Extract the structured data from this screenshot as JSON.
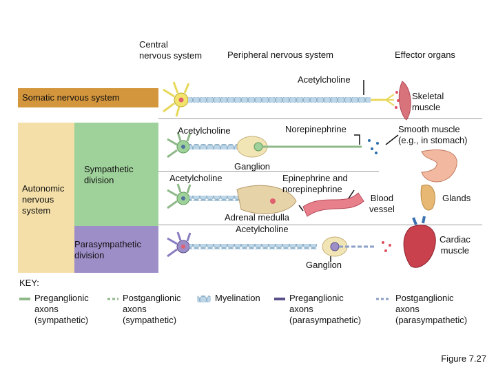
{
  "header": {
    "cns": "Central\nnervous system",
    "pns": "Peripheral nervous system",
    "effectors": "Effector organs"
  },
  "somatic": {
    "label": "Somatic nervous system",
    "neurotransmitter": "Acetylcholine",
    "effector": "Skeletal\nmuscle"
  },
  "autonomic": {
    "label": "Autonomic\nnervous\nsystem",
    "sympathetic": {
      "label": "Sympathetic\ndivision",
      "row1_pre_nt": "Acetylcholine",
      "row1_post_nt": "Norepinephrine",
      "row1_effector": "Smooth muscle\n(e.g., in stomach)",
      "ganglion": "Ganglion",
      "row2_pre_nt": "Acetylcholine",
      "row2_hormone": "Epinephrine and\nnorepinephrine",
      "row2_effector_vessel": "Blood\nvessel",
      "glands": "Glands",
      "adrenal": "Adrenal medulla",
      "adrenal_nt": "Acetylcholine"
    },
    "parasympathetic": {
      "label": "Parasympathetic\ndivision",
      "effector": "Cardiac\nmuscle",
      "ganglion": "Ganglion"
    }
  },
  "key": {
    "title": "KEY:",
    "items": [
      {
        "label": "Preganglionic\naxons\n(sympathetic)",
        "color": "#8fb88a"
      },
      {
        "label": "Postganglionic\naxons\n(sympathetic)",
        "color": "#8fb88a"
      },
      {
        "label": "Myelination",
        "color": "#bcd6e8"
      },
      {
        "label": "Preganglionic\naxons\n(parasympathetic)",
        "color": "#5a4f8a"
      },
      {
        "label": "Postganglionic\naxons\n(parasympathetic)",
        "color": "#8aa0c8"
      }
    ]
  },
  "colors": {
    "somatic_bar": "#d4963c",
    "autonomic_bar": "#f4dfa8",
    "sympathetic_bar": "#9fd19a",
    "parasympathetic_bar": "#9e8ec8",
    "axon_somatic": "#f0e88a",
    "myelin": "#bcd6e8"
  },
  "figure": "Figure 7.27"
}
